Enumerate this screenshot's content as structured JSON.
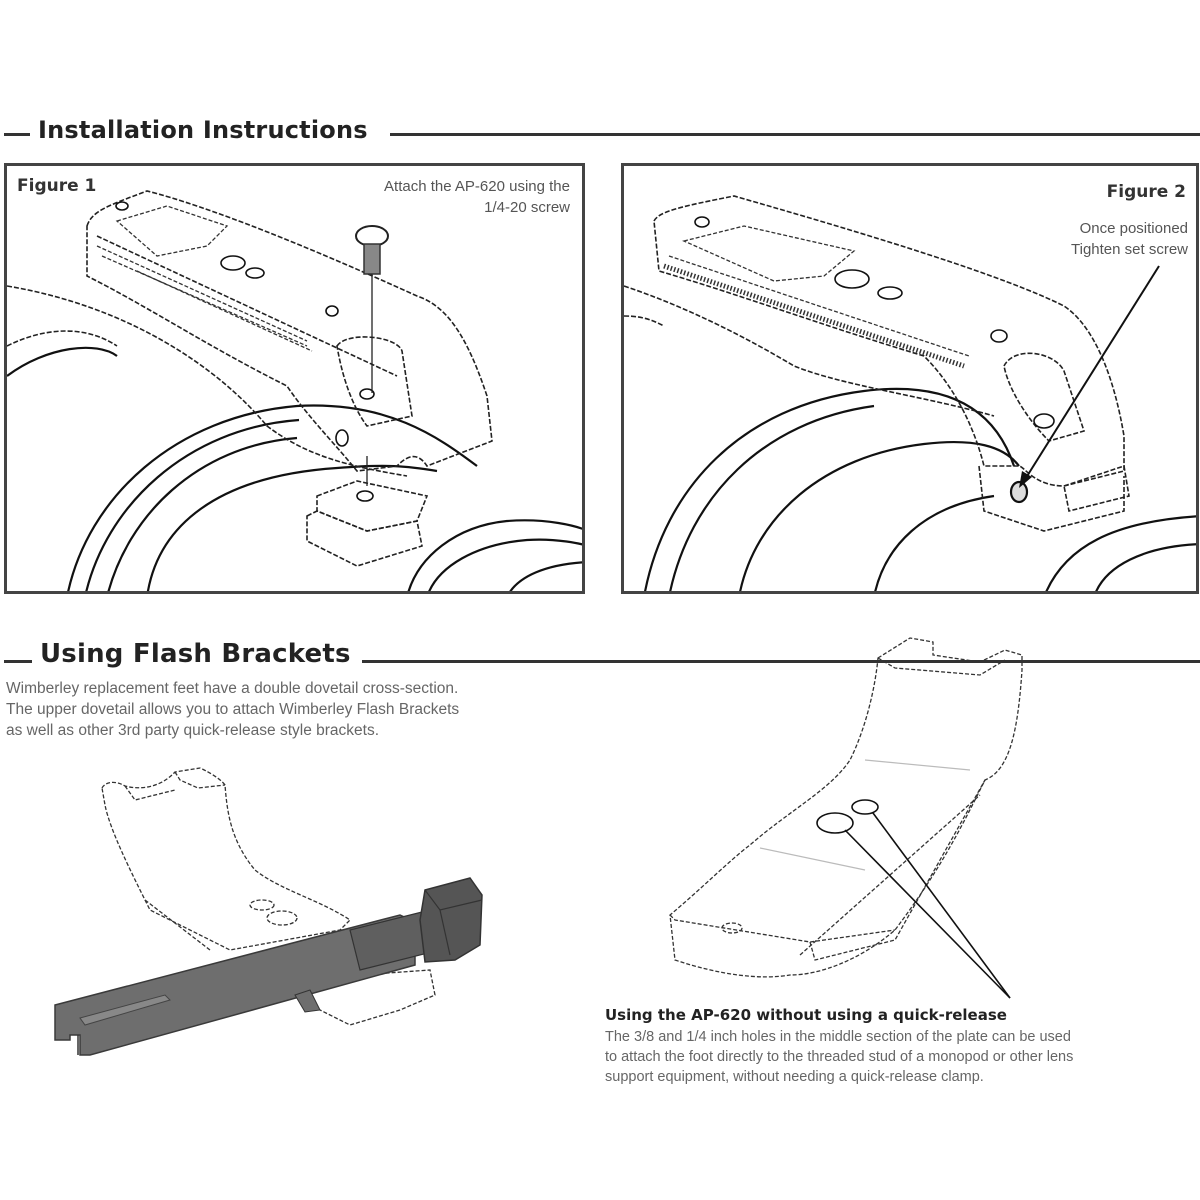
{
  "sections": {
    "installation": {
      "title": "Installation Instructions"
    },
    "flash": {
      "title": "Using Flash Brackets",
      "paragraph_lines": [
        "Wimberley replacement feet have a double dovetail cross-section.",
        "The upper dovetail allows you to attach Wimberley Flash Brackets",
        "as well as other 3rd party quick-release style brackets."
      ]
    }
  },
  "figures": {
    "figure1": {
      "label": "Figure 1",
      "note_lines": [
        "Attach the AP-620 using the",
        "1/4-20 screw"
      ]
    },
    "figure2": {
      "label": "Figure 2",
      "note_lines": [
        "Once positioned",
        "Tighten set screw"
      ]
    }
  },
  "no_quick_release": {
    "heading": "Using the AP-620 without using a quick-release",
    "lines": [
      "The 3/8 and 1/4 inch holes in the middle section of the plate can be used",
      "to attach the foot directly to the threaded stud of a monopod or other lens",
      "support equipment, without needing a quick-release clamp."
    ]
  },
  "illustrations": {
    "figure1": "lens-foot-attach-illustration",
    "figure2": "lens-foot-set-screw-illustration",
    "flash": "flash-bracket-illustration",
    "foot": "lens-foot-holes-illustration"
  },
  "colors": {
    "bracket_fill": "#6e6e6e",
    "bracket_dark": "#4e4e4e",
    "rule": "#333333"
  }
}
